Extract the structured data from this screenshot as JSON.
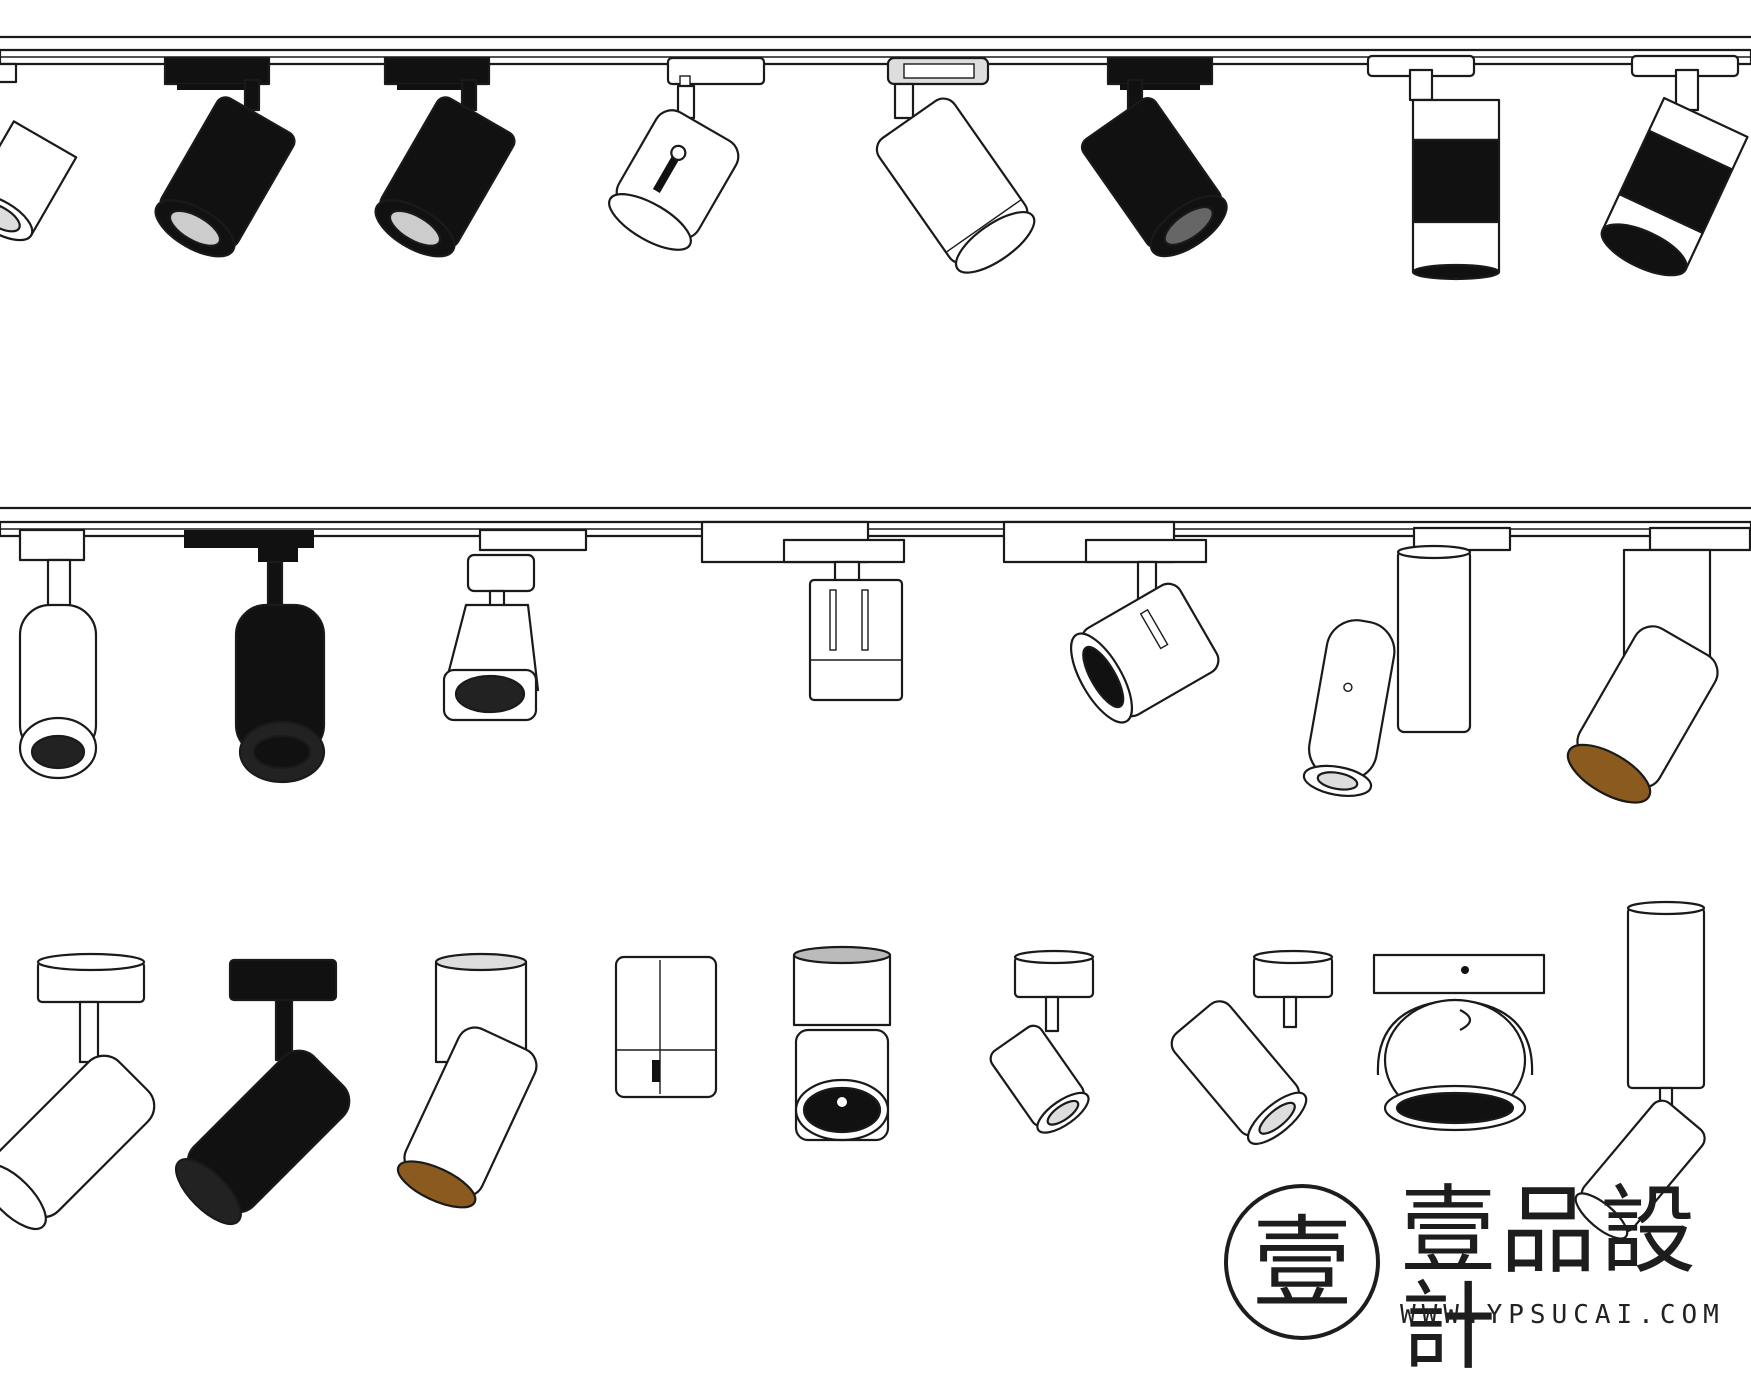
{
  "watermark": {
    "brand": "壹品設計",
    "seal_char": "壹",
    "url": "WWW.YPSUCAI.COM"
  },
  "colors": {
    "line": "#1a1a1a",
    "white_body": "#ffffff",
    "black_body": "#111111",
    "gold_inner": "#8a5a1e"
  }
}
